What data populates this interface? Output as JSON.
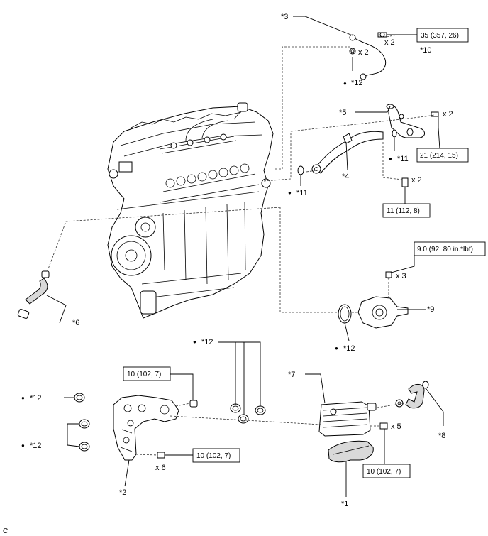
{
  "labels": {
    "p3": "*3",
    "p10": "*10",
    "p12a": "*12",
    "p5": "*5",
    "p11a": "*11",
    "p4": "*4",
    "p11b": "*11",
    "p6": "*6",
    "p9": "*9",
    "p12b": "*12",
    "p12c": "*12",
    "p12d": "*12",
    "p12e": "*12",
    "p7": "*7",
    "p8": "*8",
    "p2": "*2",
    "p1": "*1"
  },
  "torque": {
    "t1": "35 (357, 26)",
    "t2": "21 (214, 15)",
    "t3": "11 (112, 8)",
    "t4": "9.0 (92, 80 in.*lbf)",
    "t5": "10 (102, 7)",
    "t6": "10 (102, 7)",
    "t7": "10 (102, 7)"
  },
  "qty": {
    "q1": "x 2",
    "q2": "x 2",
    "q3": "x 2",
    "q4": "x 2",
    "q5": "x 3",
    "q6": "x 5",
    "q7": "x 6"
  },
  "corner_code": "C",
  "bullet": "●"
}
